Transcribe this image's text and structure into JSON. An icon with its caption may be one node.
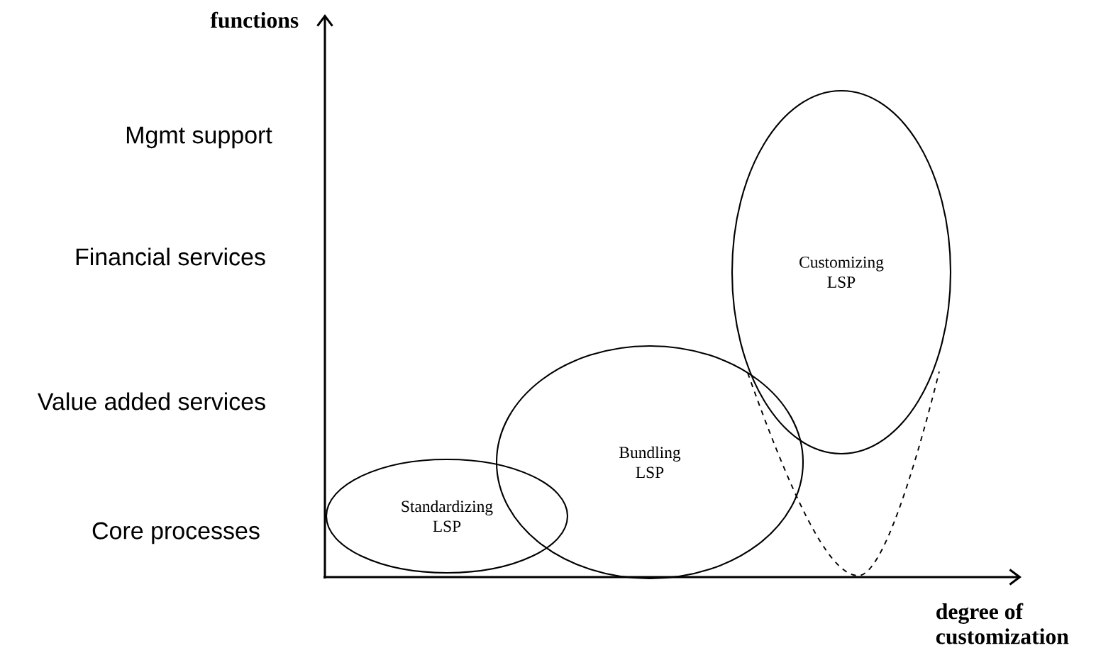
{
  "diagram": {
    "nodes": [
      {
        "text": [
          "Standardizing LSP"
        ]
      },
      {
        "text": [
          "Bundling LSP"
        ]
      },
      {
        "text": [
          "Customizing LSP"
        ]
      }
    ],
    "labels": [
      "functions",
      "Mgmt support",
      "Financial services",
      "Value added services",
      "Core processes",
      "degree of customization"
    ]
  }
}
